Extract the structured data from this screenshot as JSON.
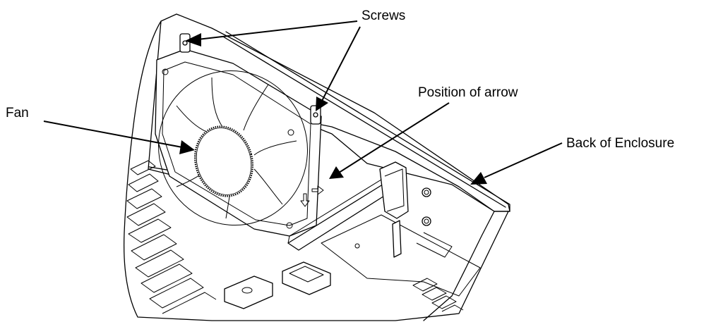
{
  "labels": {
    "screws": "Screws",
    "position_of_arrow": "Position of arrow",
    "fan": "Fan",
    "back_of_enclosure": "Back of Enclosure"
  }
}
